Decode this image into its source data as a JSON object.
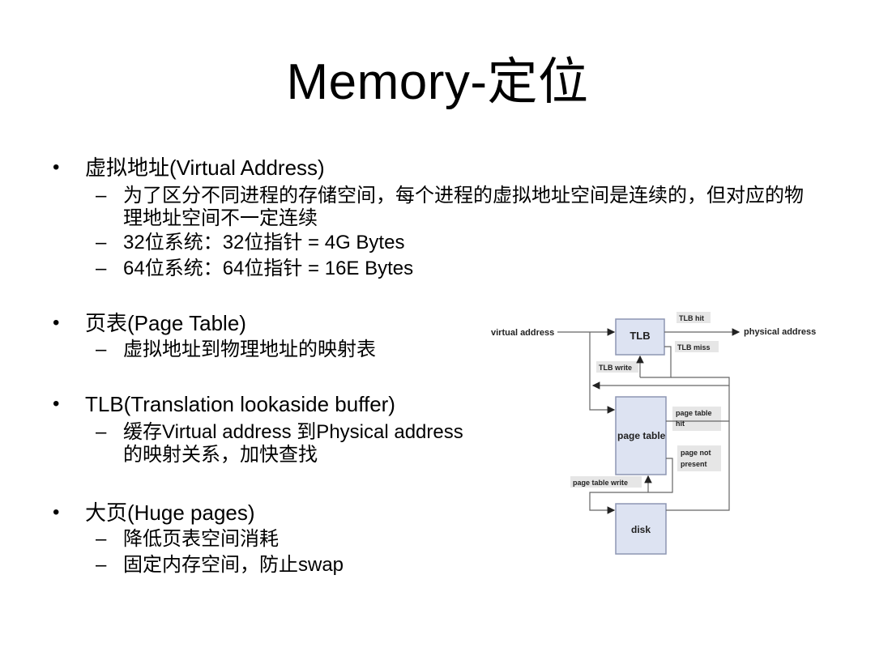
{
  "slide": {
    "title": "Memory-定位",
    "bullet_glyph": "•",
    "dash_glyph": "–",
    "sections": [
      {
        "heading": "虚拟地址(Virtual Address)",
        "items": [
          "为了区分不同进程的存储空间，每个进程的虚拟地址空间是连续的，但对应的物理地址空间不一定连续",
          "32位系统：32位指针 = 4G Bytes",
          "64位系统：64位指针 = 16E Bytes"
        ]
      },
      {
        "heading": "页表(Page Table)",
        "items": [
          "虚拟地址到物理地址的映射表"
        ]
      },
      {
        "heading": "TLB(Translation lookaside buffer)",
        "items": [
          "缓存Virtual address 到Physical address 的映射关系，加快查找"
        ]
      },
      {
        "heading": "大页(Huge pages)",
        "items": [
          "降低页表空间消耗",
          "固定内存空间，防止swap"
        ]
      }
    ]
  },
  "diagram": {
    "virtual_address": "virtual address",
    "physical_address": "physical address",
    "tlb": "TLB",
    "tlb_hit": "TLB hit",
    "tlb_miss": "TLB miss",
    "tlb_write": "TLB write",
    "page_table": "page table",
    "page_table_hit_1": "page table",
    "page_table_hit_2": "hit",
    "page_not_present_1": "page not",
    "page_not_present_2": "present",
    "page_table_write": "page table write",
    "disk": "disk"
  }
}
